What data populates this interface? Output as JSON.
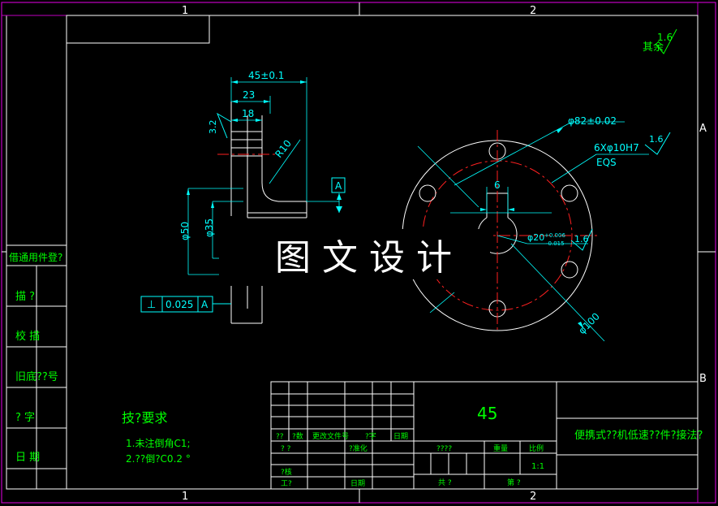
{
  "frame": {
    "zone_top_left": "1",
    "zone_top_right": "2",
    "zone_bottom_left": "1",
    "zone_bottom_right": "2",
    "zone_side_a": "A",
    "zone_side_b": "B"
  },
  "roughness": {
    "other": "其余",
    "other_value": "1.6",
    "left_face": "3.2",
    "holes": "1.6",
    "bore": "1.6"
  },
  "dims": {
    "width_45": "45±0.1",
    "d23": "23",
    "d18": "18",
    "radius": "R10",
    "dia50": "φ50",
    "dia35": "φ35",
    "datum": "A",
    "perp_symbol": "⊥",
    "perp_tol": "0.025",
    "perp_datum": "A",
    "pcd": "φ82±0.02",
    "holes": "6Xφ10H7",
    "eqs": "EQS",
    "key": "6",
    "bore": "φ20",
    "bore_tol_upper": "+0.006",
    "bore_tol_lower": "-0.015",
    "outer": "φ100"
  },
  "watermark": "图文设计",
  "side_table": [
    "借通用件登?",
    "描 ?",
    "校 描",
    "旧底??号",
    "? 字",
    "日 期"
  ],
  "tech": {
    "title": "技?要求",
    "line1": "1.未注倒角C1;",
    "line2": "2.??倒?C0.2 °"
  },
  "title_block": {
    "material": "45",
    "part_name": "便携式??机低速??件?接法?",
    "h_mark": "??",
    "h_count": "?数",
    "h_doc": "更改文件号",
    "h_sign": "?字",
    "h_date": "日期",
    "design": "? ?",
    "standard": "?准化",
    "check": "?核",
    "process": "工?",
    "approve_date": "日期",
    "stage": "????",
    "weight": "重量",
    "scale_label": "比例",
    "scale": "1:1",
    "sheets": "共 ?",
    "sheet_no": "第 ?"
  }
}
